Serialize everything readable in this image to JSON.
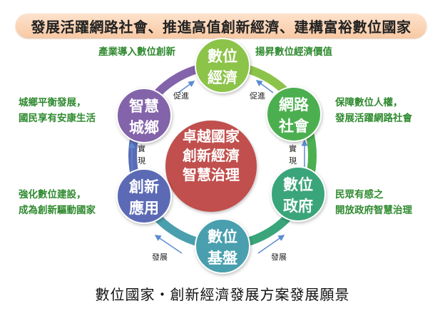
{
  "title": "發展活躍網路社會、推進高值創新經濟、建構富裕數位國家",
  "center": {
    "lines": [
      "卓越國家",
      "創新經濟",
      "智慧治理"
    ],
    "color": "#c0504d"
  },
  "nodes": [
    {
      "id": "digital-economy",
      "lines": [
        "數位",
        "經濟"
      ],
      "color": "#8cc34a"
    },
    {
      "id": "network-society",
      "lines": [
        "網路",
        "社會"
      ],
      "color": "#4caf50"
    },
    {
      "id": "digital-government",
      "lines": [
        "數位",
        "政府"
      ],
      "color": "#3aa57a"
    },
    {
      "id": "digital-infrastructure",
      "lines": [
        "數位",
        "基盤"
      ],
      "color": "#4a9fae"
    },
    {
      "id": "innovative-application",
      "lines": [
        "創新",
        "應用"
      ],
      "color": "#5b6bb5"
    },
    {
      "id": "smart-city",
      "lines": [
        "智慧",
        "城鄉"
      ],
      "color": "#8363aa"
    }
  ],
  "notes": {
    "economy_left": "產業導入數位創新",
    "economy_right": "揚昇數位經濟價值",
    "city": [
      "城鄉平衡發展，",
      "國民享有安康生活"
    ],
    "society": [
      "保障數位人權，",
      "發展活躍網路社會"
    ],
    "application": [
      "強化數位建設，",
      "成為創新驅動國家"
    ],
    "government": [
      "民眾有感之",
      "開放政府智慧治理"
    ]
  },
  "arrows": {
    "promote": "促進",
    "realize": [
      "實",
      "現"
    ],
    "develop": "發展"
  },
  "caption": "數位國家‧創新經濟發展方案發展願景"
}
